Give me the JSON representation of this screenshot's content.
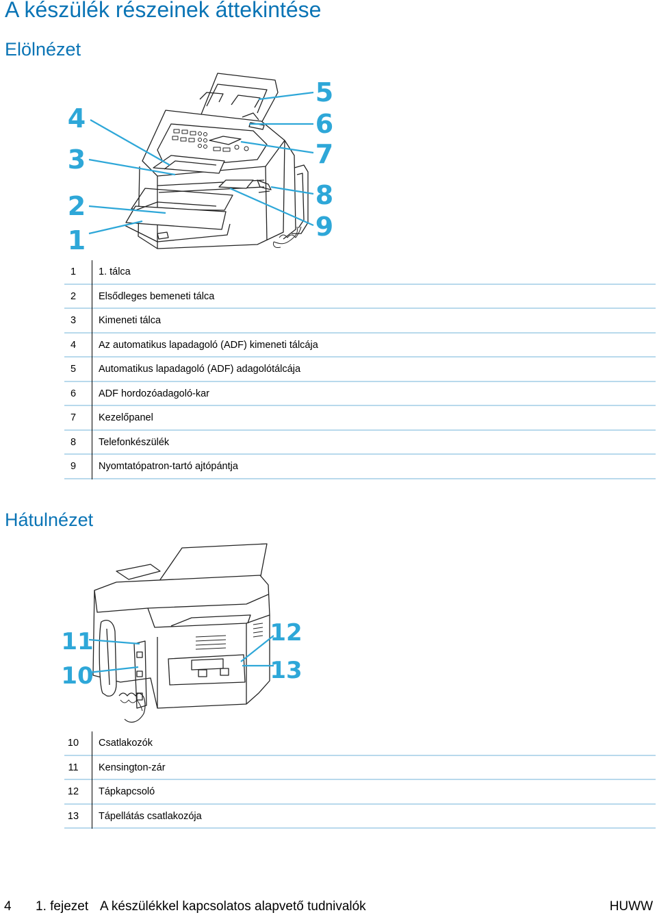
{
  "title": "A készülék részeinek áttekintése",
  "front": {
    "heading": "Elölnézet",
    "callouts": [
      "4",
      "3",
      "2",
      "1",
      "5",
      "6",
      "7",
      "8",
      "9"
    ],
    "items": [
      {
        "num": "1",
        "label": "1. tálca"
      },
      {
        "num": "2",
        "label": "Elsődleges bemeneti tálca"
      },
      {
        "num": "3",
        "label": "Kimeneti tálca"
      },
      {
        "num": "4",
        "label": "Az automatikus lapadagoló (ADF) kimeneti tálcája"
      },
      {
        "num": "5",
        "label": "Automatikus lapadagoló (ADF) adagolótálcája"
      },
      {
        "num": "6",
        "label": "ADF hordozóadagoló-kar"
      },
      {
        "num": "7",
        "label": "Kezelőpanel"
      },
      {
        "num": "8",
        "label": "Telefonkészülék"
      },
      {
        "num": "9",
        "label": "Nyomtatópatron-tartó ajtópántja"
      }
    ]
  },
  "rear": {
    "heading": "Hátulnézet",
    "callouts": [
      "11",
      "10",
      "12",
      "13"
    ],
    "items": [
      {
        "num": "10",
        "label": "Csatlakozók"
      },
      {
        "num": "11",
        "label": "Kensington-zár"
      },
      {
        "num": "12",
        "label": "Tápkapcsoló"
      },
      {
        "num": "13",
        "label": "Tápellátás csatlakozója"
      }
    ]
  },
  "footer": {
    "page": "4",
    "chapter": "1. fejezet",
    "chapter_title": "A készülékkel kapcsolatos alapvető tudnivalók",
    "code": "HUWW"
  },
  "colors": {
    "heading": "#0a74b5",
    "callout": "#2ea7d8",
    "rule": "#b8d9ec"
  }
}
